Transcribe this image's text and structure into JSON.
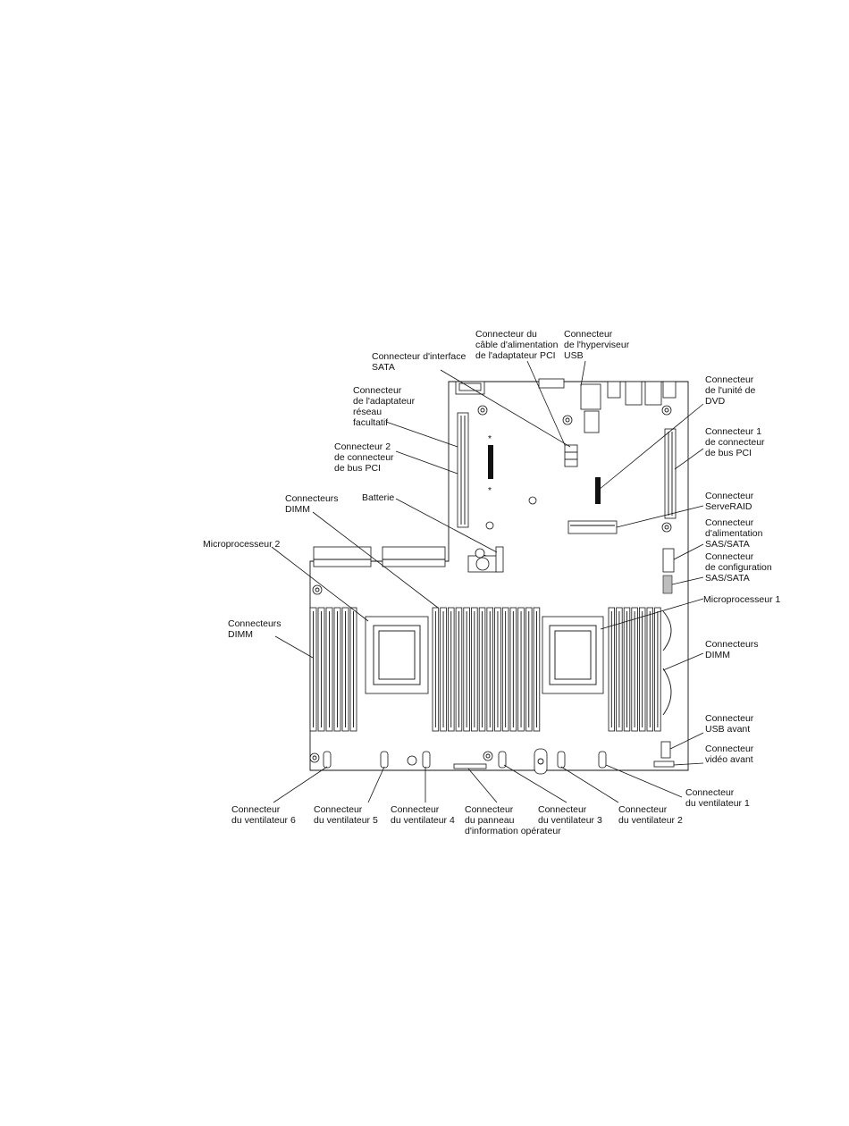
{
  "labels": {
    "pci_power_cable": [
      "Connecteur du",
      "câble d'alimentation",
      "de l'adaptateur PCI"
    ],
    "usb_hypervisor": [
      "Connecteur",
      "de l'hyperviseur",
      "USB"
    ],
    "sata_interface": [
      "Connecteur d'interface",
      "SATA"
    ],
    "network_adapter": [
      "Connecteur",
      "de l'adaptateur",
      "réseau",
      "facultatif"
    ],
    "pci_riser_2": [
      "Connecteur 2",
      "de connecteur",
      "de bus PCI"
    ],
    "battery": [
      "Batterie"
    ],
    "dimm_top": [
      "Connecteurs",
      "DIMM"
    ],
    "microprocessor_2": [
      "Microprocesseur 2"
    ],
    "dimm_left": [
      "Connecteurs",
      "DIMM"
    ],
    "dvd": [
      "Connecteur",
      "de l'unité de",
      "DVD"
    ],
    "pci_riser_1": [
      "Connecteur 1",
      "de connecteur",
      "de bus PCI"
    ],
    "serveraid": [
      "Connecteur",
      "ServeRAID"
    ],
    "sas_sata_power": [
      "Connecteur",
      "d'alimentation",
      "SAS/SATA"
    ],
    "sas_sata_config": [
      "Connecteur",
      "de configuration",
      "SAS/SATA"
    ],
    "microprocessor_1": [
      "Microprocesseur 1"
    ],
    "dimm_right": [
      "Connecteurs",
      "DIMM"
    ],
    "front_usb": [
      "Connecteur",
      "USB avant"
    ],
    "front_video": [
      "Connecteur",
      "vidéo avant"
    ],
    "fan_1": [
      "Connecteur",
      "du ventilateur 1"
    ],
    "fan_6": [
      "Connecteur",
      "du ventilateur 6"
    ],
    "fan_5": [
      "Connecteur",
      "du ventilateur 5"
    ],
    "fan_4": [
      "Connecteur",
      "du ventilateur 4"
    ],
    "operator_panel": [
      "Connecteur",
      "du panneau",
      "d'information opérateur"
    ],
    "fan_3": [
      "Connecteur",
      "du ventilateur 3"
    ],
    "fan_2": [
      "Connecteur",
      "du ventilateur 2"
    ]
  }
}
